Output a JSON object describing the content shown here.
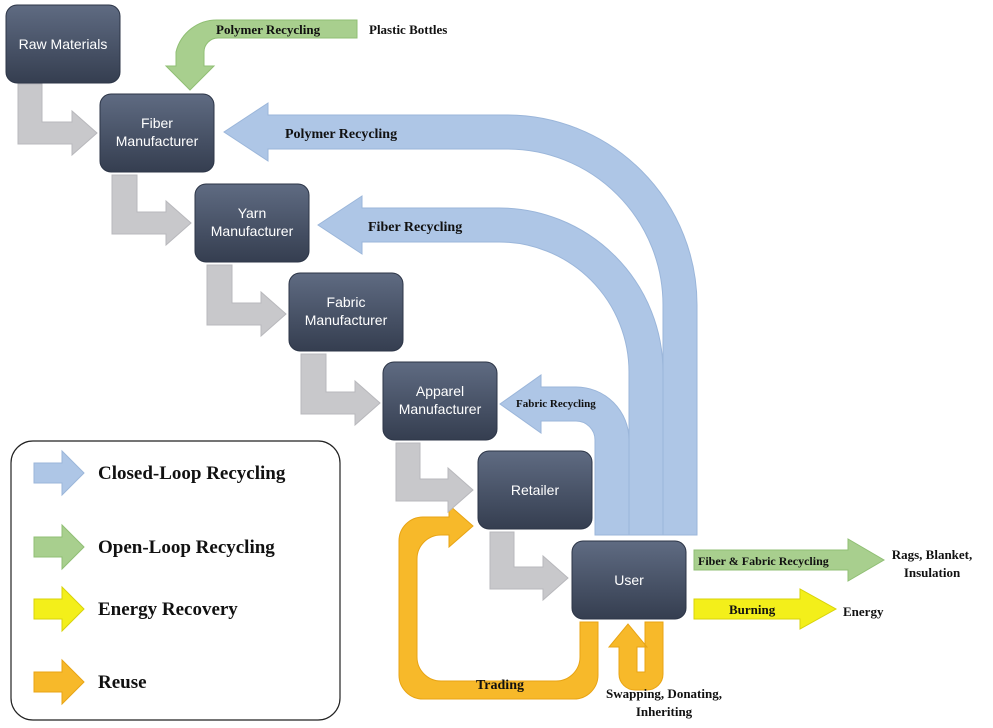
{
  "nodes": {
    "raw_materials": "Raw Materials",
    "fiber_1": "Fiber",
    "fiber_2": "Manufacturer",
    "yarn_1": "Yarn",
    "yarn_2": "Manufacturer",
    "fabric_1": "Fabric",
    "fabric_2": "Manufacturer",
    "apparel_1": "Apparel",
    "apparel_2": "Manufacturer",
    "retailer": "Retailer",
    "user": "User"
  },
  "labels": {
    "polymer_recycling_top": "Polymer Recycling",
    "plastic_bottles": "Plastic Bottles",
    "polymer_recycling": "Polymer Recycling",
    "fiber_recycling": "Fiber Recycling",
    "fabric_recycling": "Fabric Recycling",
    "fiber_fabric_recycling": "Fiber & Fabric Recycling",
    "rags_1": "Rags, Blanket,",
    "rags_2": "Insulation",
    "burning": "Burning",
    "energy": "Energy",
    "trading": "Trading",
    "swapping_1": "Swapping, Donating,",
    "swapping_2": "Inheriting"
  },
  "legend": {
    "items": [
      {
        "label": "Closed-Loop Recycling",
        "color": "#aec6e6"
      },
      {
        "label": "Open-Loop Recycling",
        "color": "#a8cf8e"
      },
      {
        "label": "Energy Recovery",
        "color": "#f3ef1a"
      },
      {
        "label": "Reuse",
        "color": "#f7b92a"
      }
    ]
  },
  "colors": {
    "node": "#414b5e",
    "flow": "#c8c8cb",
    "closed_loop": "#aec6e6",
    "open_loop": "#a8cf8e",
    "energy": "#f3ef1a",
    "reuse": "#f7b92a"
  }
}
